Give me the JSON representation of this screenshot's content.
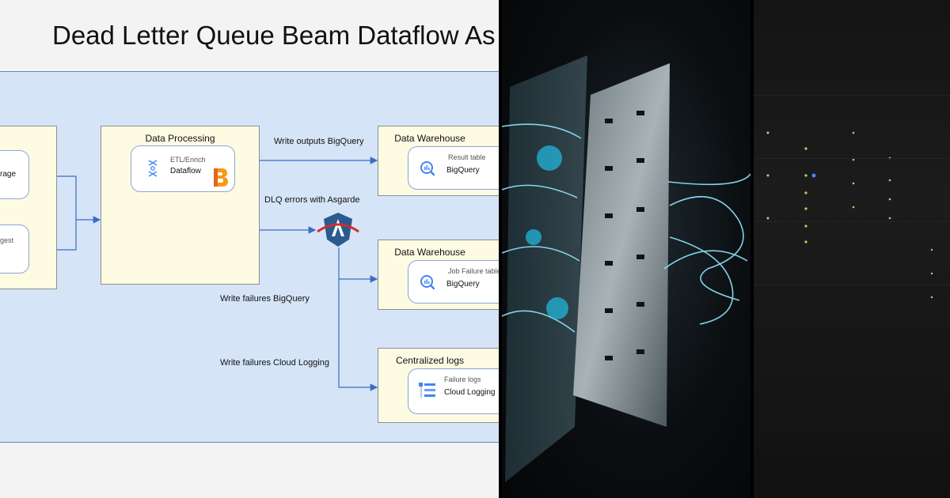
{
  "slide": {
    "title": "Dead Letter Queue Beam Dataflow As"
  },
  "diagram": {
    "source_box": {
      "title": "n",
      "card1_label": "rage",
      "card2_label": "gest"
    },
    "processing_box": {
      "title": "Data Processing",
      "sub": "ETL/Enrich",
      "main": "Dataflow"
    },
    "warehouse_results": {
      "title": "Data Warehouse",
      "sub": "Result table",
      "main": "BigQuery"
    },
    "warehouse_failures": {
      "title": "Data Warehouse",
      "sub": "Job Failure table",
      "main": "BigQuery"
    },
    "logs_box": {
      "title": "Centralized logs",
      "sub": "Failure logs",
      "main": "Cloud Logging"
    },
    "edge_labels": {
      "write_outputs": "Write outputs BigQuery",
      "dlq_errors": "DLQ errors with Asgarde",
      "write_failures_bq": "Write failures BigQuery",
      "write_failures_logging": "Write failures Cloud Logging"
    }
  },
  "colors": {
    "canvas": "#d6e4f8",
    "box": "#fefbe3",
    "connector": "#3b6cc4",
    "asgarde_shield": "#2b5a8e",
    "asgarde_arc": "#d22b2b",
    "beam_orange": "#f59a1b",
    "bigquery_blue": "#4285f4"
  },
  "icons": {
    "dataflow": "dataflow-icon",
    "beam": "apache-beam-icon",
    "asgarde": "asgarde-shield-icon",
    "bigquery": "bigquery-icon",
    "logging": "cloud-logging-icon"
  }
}
